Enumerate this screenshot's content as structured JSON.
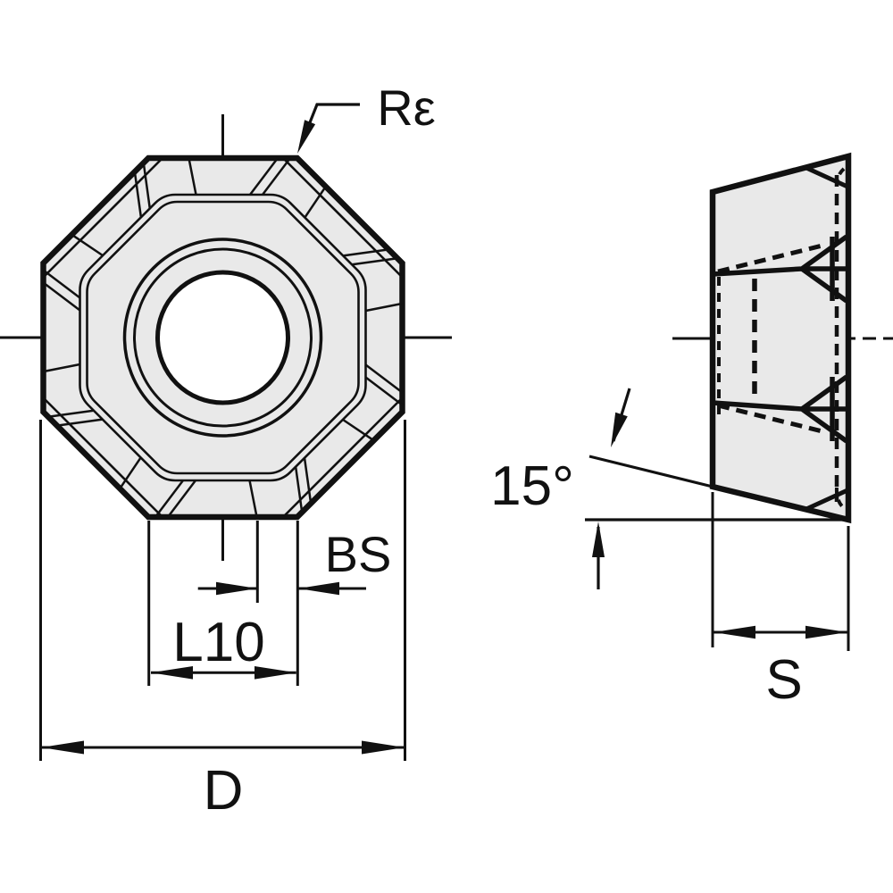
{
  "drawing": {
    "type": "technical-drawing-milling-insert",
    "views": [
      "front-view-octagonal-insert",
      "side-view-insert"
    ],
    "labels": {
      "corner_radius": "Rε",
      "wiper_width": "BS",
      "edge_length": "L10",
      "diameter": "D",
      "angle": "15°",
      "thickness": "S"
    },
    "colors": {
      "line": "#111111",
      "fill": "#e9e9e9",
      "background": "#ffffff"
    }
  }
}
